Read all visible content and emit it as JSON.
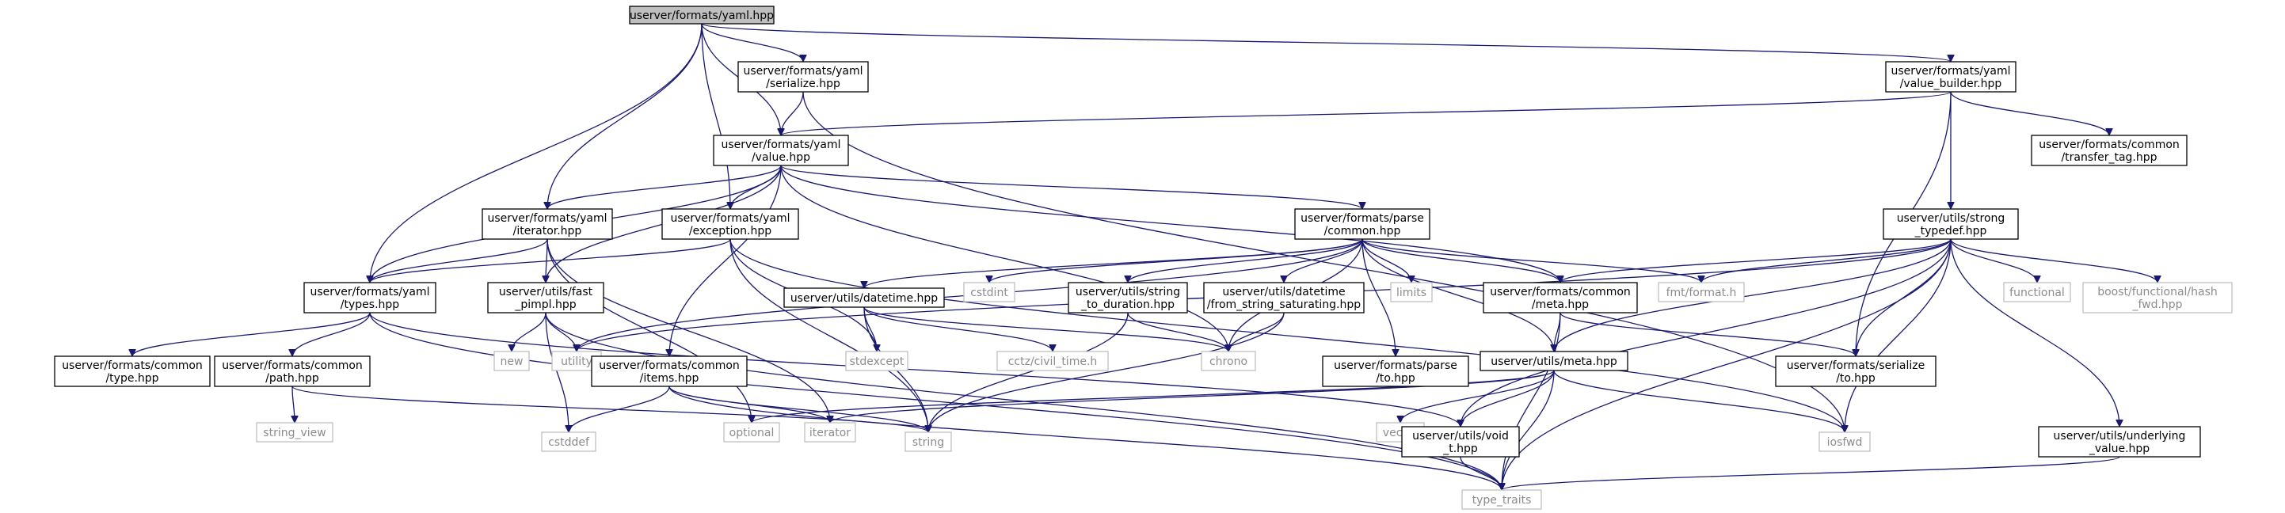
{
  "colors": {
    "edge": "#191970",
    "node_border": "#000000",
    "node_fill": "#ffffff",
    "root_fill": "#bfbfbf",
    "ext_border": "#bfbfbf",
    "ext_text": "#8c8c8c"
  },
  "nodes": [
    {
      "id": "yaml",
      "lines": [
        "userver/formats/yaml.hpp"
      ],
      "kind": "root"
    },
    {
      "id": "serialize",
      "lines": [
        "userver/formats/yaml",
        "/serialize.hpp"
      ],
      "kind": "file"
    },
    {
      "id": "value_builder",
      "lines": [
        "userver/formats/yaml",
        "/value_builder.hpp"
      ],
      "kind": "file"
    },
    {
      "id": "value",
      "lines": [
        "userver/formats/yaml",
        "/value.hpp"
      ],
      "kind": "file"
    },
    {
      "id": "transfer_tag",
      "lines": [
        "userver/formats/common",
        "/transfer_tag.hpp"
      ],
      "kind": "file"
    },
    {
      "id": "yaml_iterator",
      "lines": [
        "userver/formats/yaml",
        "/iterator.hpp"
      ],
      "kind": "file"
    },
    {
      "id": "yaml_exception",
      "lines": [
        "userver/formats/yaml",
        "/exception.hpp"
      ],
      "kind": "file"
    },
    {
      "id": "parse_common",
      "lines": [
        "userver/formats/parse",
        "/common.hpp"
      ],
      "kind": "file"
    },
    {
      "id": "strong_typedef",
      "lines": [
        "userver/utils/strong",
        "_typedef.hpp"
      ],
      "kind": "file"
    },
    {
      "id": "yaml_types",
      "lines": [
        "userver/formats/yaml",
        "/types.hpp"
      ],
      "kind": "file"
    },
    {
      "id": "fast_pimpl",
      "lines": [
        "userver/utils/fast",
        "_pimpl.hpp"
      ],
      "kind": "file"
    },
    {
      "id": "datetime",
      "lines": [
        "userver/utils/datetime.hpp"
      ],
      "kind": "file"
    },
    {
      "id": "cstdint",
      "lines": [
        "cstdint"
      ],
      "kind": "ext"
    },
    {
      "id": "string_to_duration",
      "lines": [
        "userver/utils/string",
        "_to_duration.hpp"
      ],
      "kind": "file"
    },
    {
      "id": "from_string_saturating",
      "lines": [
        "userver/utils/datetime",
        "/from_string_saturating.hpp"
      ],
      "kind": "file"
    },
    {
      "id": "limits",
      "lines": [
        "limits"
      ],
      "kind": "ext"
    },
    {
      "id": "common_meta",
      "lines": [
        "userver/formats/common",
        "/meta.hpp"
      ],
      "kind": "file"
    },
    {
      "id": "fmt_format",
      "lines": [
        "fmt/format.h"
      ],
      "kind": "ext"
    },
    {
      "id": "functional",
      "lines": [
        "functional"
      ],
      "kind": "ext"
    },
    {
      "id": "boost_hash_fwd",
      "lines": [
        "boost/functional/hash",
        "_fwd.hpp"
      ],
      "kind": "ext"
    },
    {
      "id": "common_type",
      "lines": [
        "userver/formats/common",
        "/type.hpp"
      ],
      "kind": "file"
    },
    {
      "id": "common_path",
      "lines": [
        "userver/formats/common",
        "/path.hpp"
      ],
      "kind": "file"
    },
    {
      "id": "new",
      "lines": [
        "new"
      ],
      "kind": "ext"
    },
    {
      "id": "utility",
      "lines": [
        "utility"
      ],
      "kind": "ext"
    },
    {
      "id": "common_items",
      "lines": [
        "userver/formats/common",
        "/items.hpp"
      ],
      "kind": "file"
    },
    {
      "id": "stdexcept",
      "lines": [
        "stdexcept"
      ],
      "kind": "ext"
    },
    {
      "id": "cctz_civil_time",
      "lines": [
        "cctz/civil_time.h"
      ],
      "kind": "ext"
    },
    {
      "id": "chrono",
      "lines": [
        "chrono"
      ],
      "kind": "ext"
    },
    {
      "id": "parse_to",
      "lines": [
        "userver/formats/parse",
        "/to.hpp"
      ],
      "kind": "file"
    },
    {
      "id": "utils_meta",
      "lines": [
        "userver/utils/meta.hpp"
      ],
      "kind": "file"
    },
    {
      "id": "serialize_to",
      "lines": [
        "userver/formats/serialize",
        "/to.hpp"
      ],
      "kind": "file"
    },
    {
      "id": "string_view",
      "lines": [
        "string_view"
      ],
      "kind": "ext"
    },
    {
      "id": "cstddef",
      "lines": [
        "cstddef"
      ],
      "kind": "ext"
    },
    {
      "id": "optional",
      "lines": [
        "optional"
      ],
      "kind": "ext"
    },
    {
      "id": "iterator",
      "lines": [
        "iterator"
      ],
      "kind": "ext"
    },
    {
      "id": "string",
      "lines": [
        "string"
      ],
      "kind": "ext"
    },
    {
      "id": "vector",
      "lines": [
        "vector"
      ],
      "kind": "ext"
    },
    {
      "id": "void_t",
      "lines": [
        "userver/utils/void",
        "_t.hpp"
      ],
      "kind": "file"
    },
    {
      "id": "iosfwd",
      "lines": [
        "iosfwd"
      ],
      "kind": "ext"
    },
    {
      "id": "underlying_value",
      "lines": [
        "userver/utils/underlying",
        "_value.hpp"
      ],
      "kind": "file"
    },
    {
      "id": "type_traits",
      "lines": [
        "type_traits"
      ],
      "kind": "ext"
    }
  ],
  "edges": [
    [
      "yaml",
      "serialize"
    ],
    [
      "yaml",
      "value_builder"
    ],
    [
      "yaml",
      "value"
    ],
    [
      "yaml",
      "yaml_iterator"
    ],
    [
      "yaml",
      "yaml_exception"
    ],
    [
      "yaml",
      "yaml_types"
    ],
    [
      "serialize",
      "value"
    ],
    [
      "serialize",
      "iosfwd"
    ],
    [
      "value_builder",
      "value"
    ],
    [
      "value_builder",
      "transfer_tag"
    ],
    [
      "value_builder",
      "strong_typedef"
    ],
    [
      "value_builder",
      "serialize_to"
    ],
    [
      "value",
      "yaml_types"
    ],
    [
      "value",
      "yaml_iterator"
    ],
    [
      "value",
      "yaml_exception"
    ],
    [
      "value",
      "fast_pimpl"
    ],
    [
      "value",
      "common_items"
    ],
    [
      "value",
      "parse_common"
    ],
    [
      "value",
      "common_meta"
    ],
    [
      "value",
      "chrono"
    ],
    [
      "yaml_iterator",
      "yaml_types"
    ],
    [
      "yaml_iterator",
      "fast_pimpl"
    ],
    [
      "yaml_iterator",
      "iterator"
    ],
    [
      "yaml_iterator",
      "optional"
    ],
    [
      "yaml_exception",
      "yaml_types"
    ],
    [
      "yaml_exception",
      "stdexcept"
    ],
    [
      "yaml_exception",
      "string"
    ],
    [
      "yaml_exception",
      "iosfwd"
    ],
    [
      "parse_common",
      "datetime"
    ],
    [
      "parse_common",
      "cstdint"
    ],
    [
      "parse_common",
      "string_to_duration"
    ],
    [
      "parse_common",
      "from_string_saturating"
    ],
    [
      "parse_common",
      "limits"
    ],
    [
      "parse_common",
      "common_meta"
    ],
    [
      "parse_common",
      "fmt_format"
    ],
    [
      "parse_common",
      "parse_to"
    ],
    [
      "parse_common",
      "utils_meta"
    ],
    [
      "parse_common",
      "utility"
    ],
    [
      "parse_common",
      "chrono"
    ],
    [
      "strong_typedef",
      "common_meta"
    ],
    [
      "strong_typedef",
      "fmt_format"
    ],
    [
      "strong_typedef",
      "functional"
    ],
    [
      "strong_typedef",
      "boost_hash_fwd"
    ],
    [
      "strong_typedef",
      "utils_meta"
    ],
    [
      "strong_typedef",
      "serialize_to"
    ],
    [
      "strong_typedef",
      "void_t"
    ],
    [
      "strong_typedef",
      "iosfwd"
    ],
    [
      "strong_typedef",
      "underlying_value"
    ],
    [
      "strong_typedef",
      "type_traits"
    ],
    [
      "strong_typedef",
      "utility"
    ],
    [
      "yaml_types",
      "common_type"
    ],
    [
      "yaml_types",
      "common_path"
    ],
    [
      "yaml_types",
      "type_traits"
    ],
    [
      "yaml_types",
      "void_t"
    ],
    [
      "fast_pimpl",
      "new"
    ],
    [
      "fast_pimpl",
      "utility"
    ],
    [
      "fast_pimpl",
      "cstddef"
    ],
    [
      "fast_pimpl",
      "type_traits"
    ],
    [
      "datetime",
      "stdexcept"
    ],
    [
      "datetime",
      "cctz_civil_time"
    ],
    [
      "datetime",
      "chrono"
    ],
    [
      "datetime",
      "string"
    ],
    [
      "string_to_duration",
      "chrono"
    ],
    [
      "string_to_duration",
      "string"
    ],
    [
      "from_string_saturating",
      "chrono"
    ],
    [
      "from_string_saturating",
      "string"
    ],
    [
      "common_meta",
      "utils_meta"
    ],
    [
      "common_meta",
      "serialize_to"
    ],
    [
      "common_meta",
      "type_traits"
    ],
    [
      "common_path",
      "string_view"
    ],
    [
      "common_path",
      "string"
    ],
    [
      "common_items",
      "cstddef"
    ],
    [
      "common_items",
      "iterator"
    ],
    [
      "common_items",
      "string"
    ],
    [
      "common_items",
      "type_traits"
    ],
    [
      "utils_meta",
      "optional"
    ],
    [
      "utils_meta",
      "iterator"
    ],
    [
      "utils_meta",
      "vector"
    ],
    [
      "utils_meta",
      "void_t"
    ],
    [
      "utils_meta",
      "iosfwd"
    ],
    [
      "utils_meta",
      "type_traits"
    ],
    [
      "void_t",
      "type_traits"
    ],
    [
      "underlying_value",
      "type_traits"
    ]
  ]
}
